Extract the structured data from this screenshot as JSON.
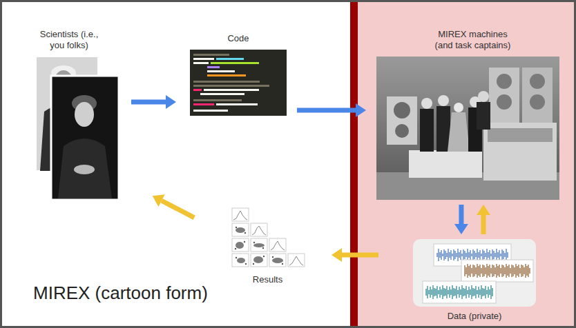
{
  "diagram": {
    "title": "MIREX (cartoon form)",
    "nodes": [
      {
        "text": [
          "Scientists (i.e., you folks)"
        ]
      },
      {
        "text": [
          "Code"
        ]
      },
      {
        "text": [
          "MIREX machines (and task captains)"
        ]
      },
      {
        "text": [
          "Data (private)"
        ]
      },
      {
        "text": [
          "Results"
        ]
      }
    ],
    "edges": [
      {
        "from": 0,
        "to": 1,
        "arrow": "to"
      },
      {
        "from": 1,
        "to": 2,
        "arrow": "to"
      },
      {
        "from": 2,
        "to": 3,
        "arrow": "to"
      },
      {
        "from": 3,
        "to": 2,
        "arrow": "to"
      },
      {
        "from": 3,
        "to": 4,
        "arrow": "to"
      },
      {
        "from": 4,
        "to": 0,
        "arrow": "to"
      }
    ]
  }
}
